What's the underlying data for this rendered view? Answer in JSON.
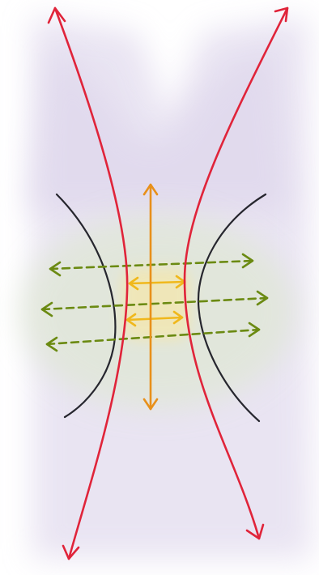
{
  "diagram": {
    "colors": {
      "background": "#ffffff",
      "wash_purple": "#d8cfe8",
      "wash_green": "#dfe7d4",
      "wash_yellow": "#f3e7b0",
      "red_curves": "#e0243a",
      "black_curves": "#26262e",
      "orange_arrow": "#e8901a",
      "yellow_arrows": "#f0b81c",
      "green_arrows": "#6b8a12"
    },
    "elements": {
      "red_curves": 2,
      "red_arrowheads": 4,
      "black_curves": 2,
      "vertical_double_arrows": 1,
      "short_horizontal_double_arrows": 2,
      "dashed_horizontal_double_arrows": 3
    }
  }
}
